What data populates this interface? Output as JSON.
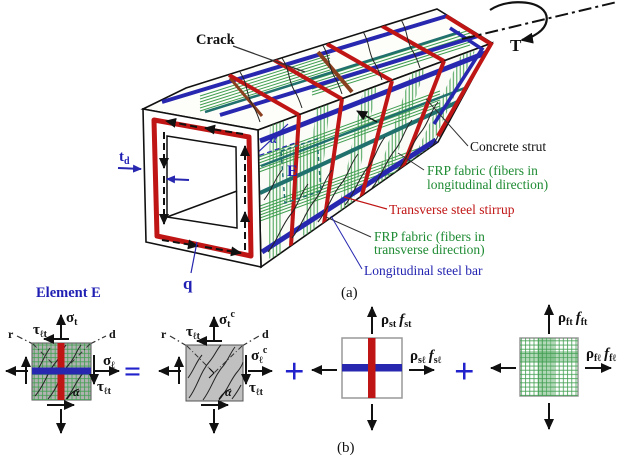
{
  "part_a": {
    "caption": "(a)",
    "crack": "Crack",
    "torque": "T",
    "legend": {
      "concrete_strut": "Concrete strut",
      "frp_long_1": "FRP fabric (fibers in",
      "frp_long_2": "longitudinal direction)",
      "stirrup": "Transverse steel stirrup",
      "frp_trans_1": "FRP fabric (fibers in",
      "frp_trans_2": "transverse direction)",
      "long_bar": "Longitudinal steel bar"
    },
    "thickness": "t",
    "thickness_sub": "d",
    "shear_flow": "q",
    "element": "E",
    "alpha": "α"
  },
  "part_b": {
    "caption": "(b)",
    "title": "Element E",
    "axis_r": "r",
    "axis_d": "d",
    "alpha": "α",
    "equals": "=",
    "plus": "+",
    "sym": {
      "tau": "τ",
      "sigma": "σ",
      "rho": "ρ",
      "f": "f",
      "lt": "ℓt",
      "t": "t",
      "l": "ℓ",
      "c": "c",
      "st": "st",
      "sl": "sℓ",
      "ft": "ft",
      "fl": "fℓ"
    }
  },
  "colors": {
    "steel_red": "#c01515",
    "bar_blue": "#2727b0",
    "frp_green": "#3f9e4f",
    "teal": "#20706e",
    "operator_blue": "#2222cc",
    "element_gray": "#b3b3b3"
  }
}
